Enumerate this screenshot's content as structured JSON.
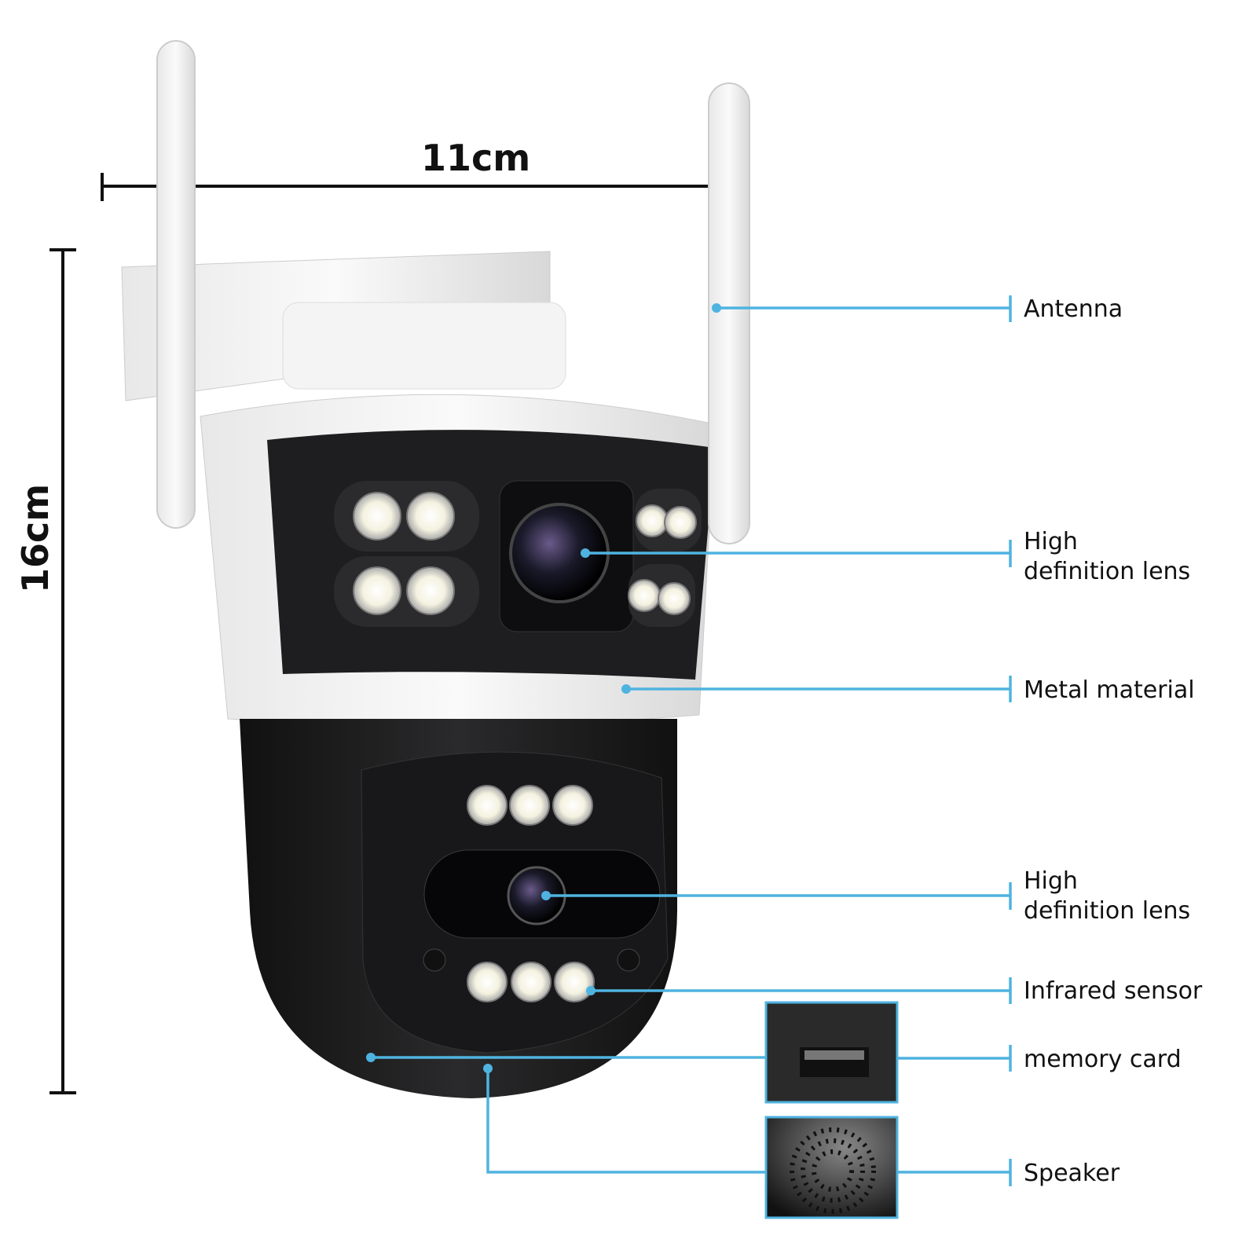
{
  "dimensions": {
    "width_label": "11cm",
    "height_label": "16cm"
  },
  "callouts": [
    {
      "label": "Antenna"
    },
    {
      "label_line1": "High",
      "label_line2": "definition lens"
    },
    {
      "label": "Metal material"
    },
    {
      "label_line1": "High",
      "label_line2": "definition lens"
    },
    {
      "label": "Infrared sensor"
    },
    {
      "label": "memory card"
    },
    {
      "label": "Speaker"
    }
  ],
  "colors": {
    "callout_line": "#4fb3e0",
    "camera_body": "#1a1a1c",
    "camera_shell": "#f2f2f2",
    "text": "#111111"
  }
}
